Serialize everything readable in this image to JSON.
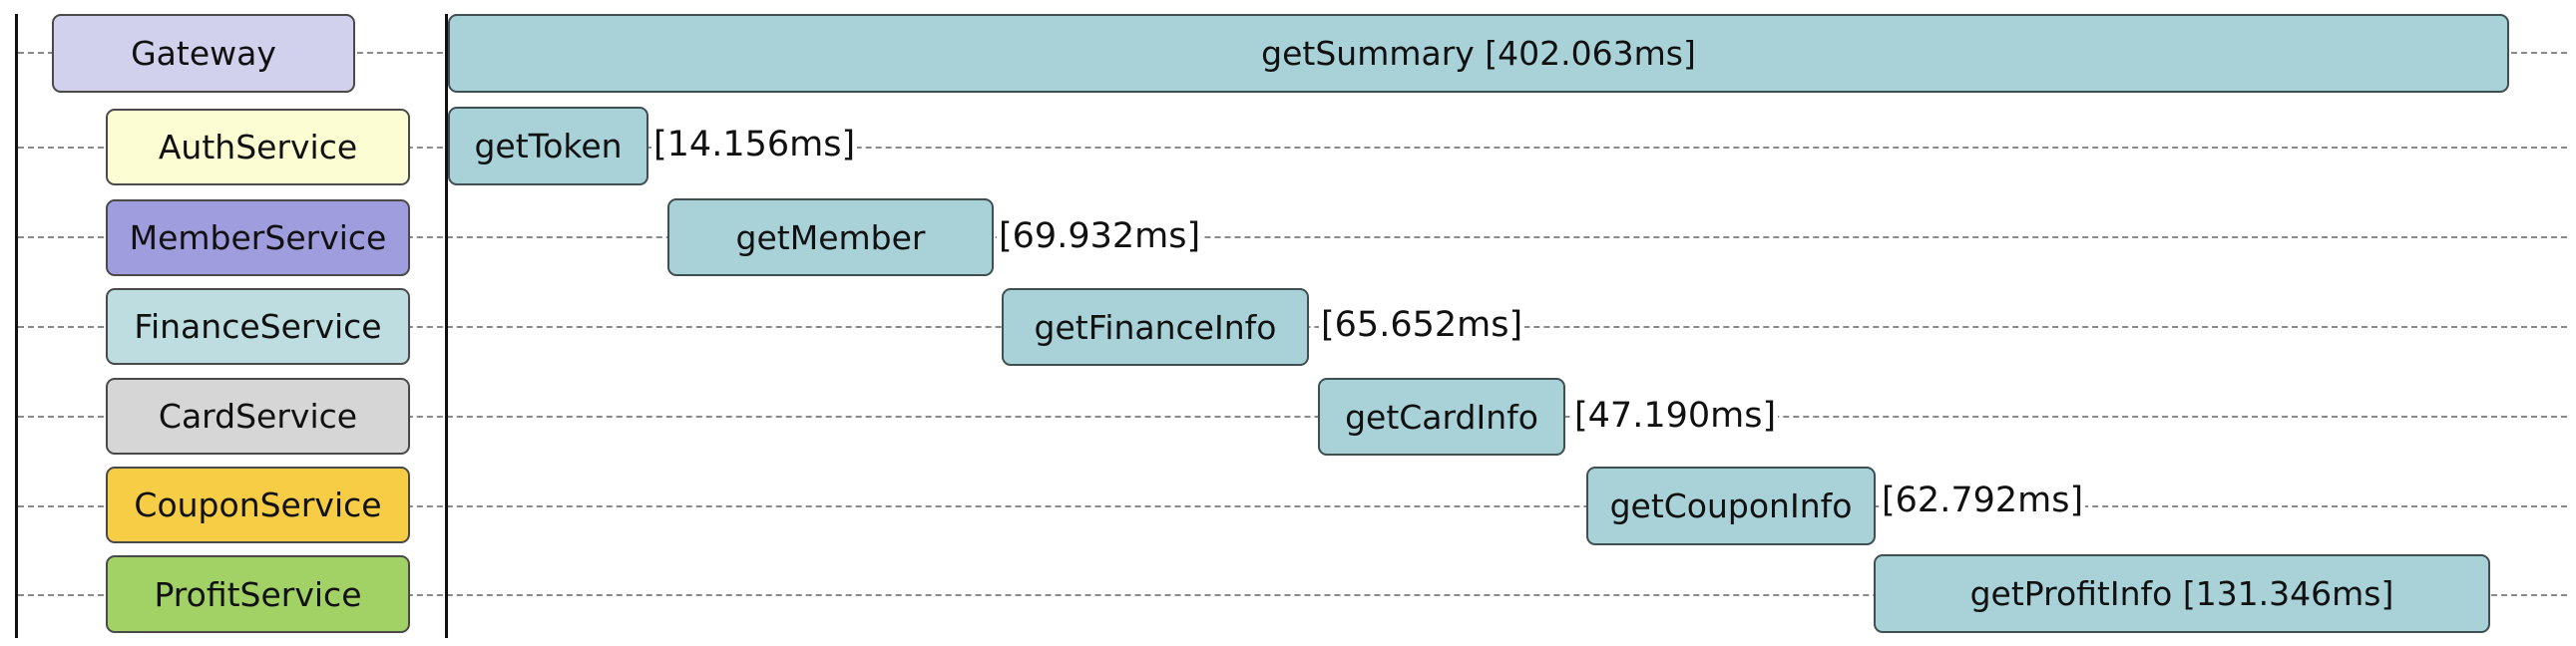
{
  "services": [
    {
      "label": "Gateway",
      "color": "#d1d1ee"
    },
    {
      "label": "AuthService",
      "color": "#fdfdd3"
    },
    {
      "label": "MemberService",
      "color": "#9f9ddd"
    },
    {
      "label": "FinanceService",
      "color": "#bedde0"
    },
    {
      "label": "CardService",
      "color": "#d6d6d6"
    },
    {
      "label": "CouponService",
      "color": "#f6cd45"
    },
    {
      "label": "ProfitService",
      "color": "#a2d166"
    }
  ],
  "spans": [
    {
      "name": "getSummary [402.063ms]",
      "color": "#a8d2d8"
    },
    {
      "name": "getToken",
      "duration": "[14.156ms]",
      "color": "#a8d2d8"
    },
    {
      "name": "getMember",
      "duration": "[69.932ms]",
      "color": "#a8d2d8"
    },
    {
      "name": "getFinanceInfo",
      "duration": "[65.652ms]",
      "color": "#a8d2d8"
    },
    {
      "name": "getCardInfo",
      "duration": "[47.190ms]",
      "color": "#a8d2d8"
    },
    {
      "name": "getCouponInfo",
      "duration": "[62.792ms]",
      "color": "#a8d2d8"
    },
    {
      "name": "getProfitInfo [131.346ms]",
      "color": "#a8d2d8"
    }
  ]
}
